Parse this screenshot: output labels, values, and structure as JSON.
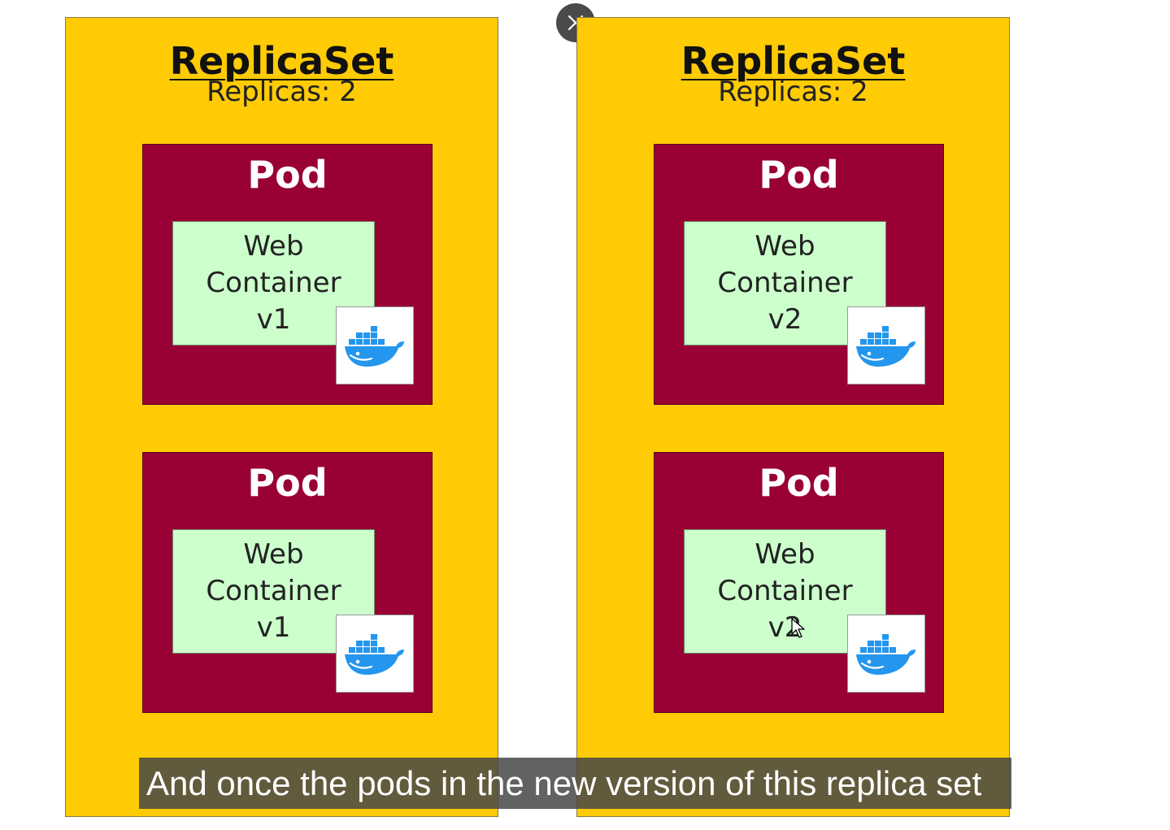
{
  "replicasets": [
    {
      "title": "ReplicaSet",
      "replicas": "Replicas: 2",
      "pods": [
        {
          "title": "Pod",
          "container_lines": [
            "Web",
            "Container",
            "v1"
          ],
          "icon": "docker-whale-icon"
        },
        {
          "title": "Pod",
          "container_lines": [
            "Web",
            "Container",
            "v1"
          ],
          "icon": "docker-whale-icon"
        }
      ]
    },
    {
      "title": "ReplicaSet",
      "replicas": "Replicas: 2",
      "pods": [
        {
          "title": "Pod",
          "container_lines": [
            "Web",
            "Container",
            "v2"
          ],
          "icon": "docker-whale-icon"
        },
        {
          "title": "Pod",
          "container_lines": [
            "Web",
            "Container",
            "v2"
          ],
          "icon": "docker-whale-icon"
        }
      ]
    }
  ],
  "caption": "And once the pods in the new version of this replica set",
  "close_button": {
    "icon": "close-icon"
  },
  "colors": {
    "replicaset_bg": "#ffcb05",
    "pod_bg": "#990033",
    "container_bg": "#ccffcc",
    "docker_blue": "#2496ed"
  }
}
